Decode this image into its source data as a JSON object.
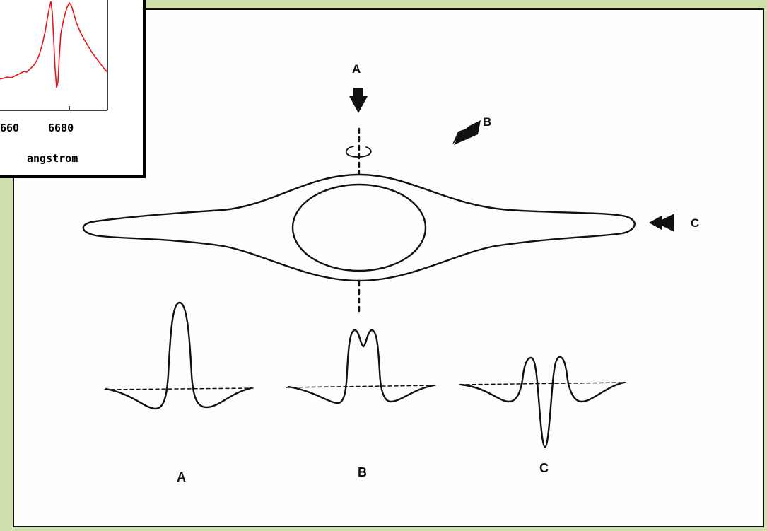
{
  "colors": {
    "background": "#cfe0ad",
    "ink": "#111111",
    "spectrum_line": "#e8141a"
  },
  "diagram": {
    "view_labels": {
      "top": "A",
      "oblique": "B",
      "edge_on": "C"
    },
    "profile_labels": [
      "A",
      "B",
      "C"
    ]
  },
  "inset": {
    "tick_labels": [
      "660",
      "6680"
    ],
    "xlabel": "angstrom"
  }
}
